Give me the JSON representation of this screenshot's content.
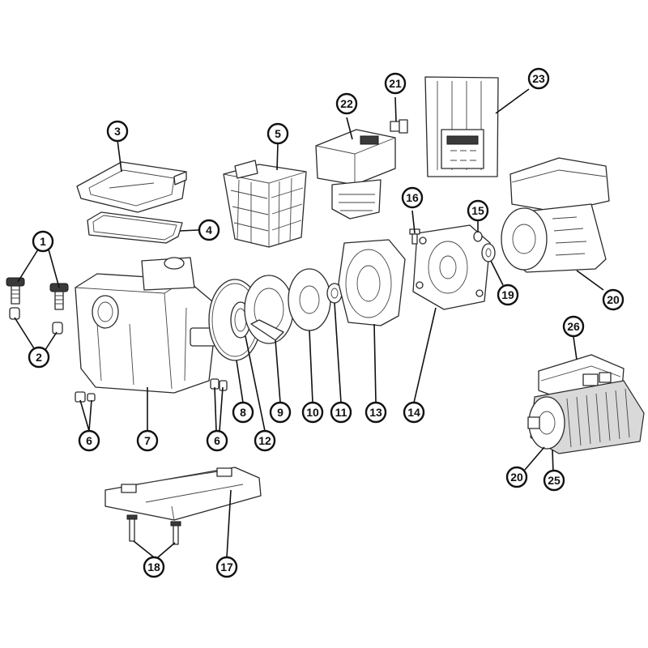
{
  "colors": {
    "line": "#2a2a2a",
    "callout_stroke": "#111111",
    "background": "#ffffff",
    "fill_grey": "#d9d9d9"
  },
  "callouts": [
    "1",
    "2",
    "3",
    "4",
    "5",
    "6",
    "6",
    "7",
    "8",
    "9",
    "10",
    "11",
    "12",
    "13",
    "14",
    "15",
    "16",
    "17",
    "18",
    "19",
    "20",
    "20",
    "21",
    "22",
    "23",
    "25",
    "26"
  ],
  "parts": [
    "knob-screw",
    "plug",
    "strainer-lid",
    "lid-o-ring",
    "strainer-basket",
    "drain-plug",
    "strainer-housing",
    "diffuser-o-ring",
    "diffuser",
    "impeller",
    "shaft-seal",
    "diffuser-gasket",
    "seal-plate",
    "adapter-bracket",
    "washer",
    "bolt",
    "base",
    "screw",
    "spacer",
    "motor",
    "vent-plug",
    "controller",
    "drive-panel",
    "terminal-box-cover",
    "motor-frame"
  ]
}
